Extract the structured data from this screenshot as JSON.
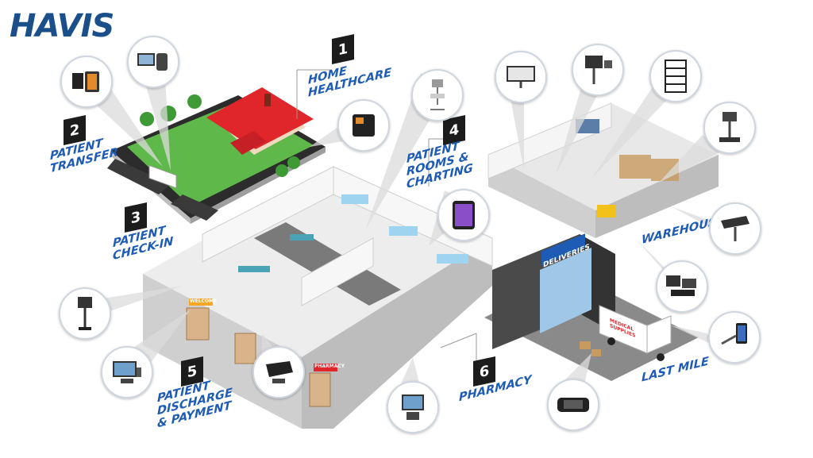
{
  "brand": {
    "logo_text": "HAVIS"
  },
  "colors": {
    "label_blue": "#1e5bb5",
    "badge_black": "#1c1c1c",
    "floor_gray": "#d9d9d9",
    "roof_red": "#e0262b",
    "grass_green": "#4caf3a",
    "road_dark": "#3a3a3a"
  },
  "stations": [
    {
      "num": "1",
      "label": "HOME HEALTHCARE"
    },
    {
      "num": "2",
      "label": "PATIENT TRANSFER"
    },
    {
      "num": "3",
      "label": "PATIENT CHECK-IN"
    },
    {
      "num": "4",
      "label": "PATIENT ROOMS & CHARTING"
    },
    {
      "num": "5",
      "label": "PATIENT DISCHARGE & PAYMENT"
    },
    {
      "num": "6",
      "label": "PHARMACY"
    }
  ],
  "zones": {
    "warehouse": "WAREHOUSE",
    "last_mile": "LAST MILE"
  },
  "signs": {
    "deliveries": "DELIVERIES",
    "medical_supplies": "MEDICAL SUPPLIES",
    "pharmacy": "PHARMACY",
    "welcome": "WELCOME"
  },
  "product_icons": [
    "kiosk-icon",
    "pos-terminal-icon",
    "card-reader-icon",
    "tablet-icon",
    "tablet-case-icon",
    "laptop-dock-icon",
    "monitor-mount-icon",
    "pole-mount-icon",
    "storage-rack-icon",
    "cart-icon",
    "printer-mount-icon",
    "keyboard-tray-icon",
    "phone-mount-icon",
    "rugged-handheld-icon",
    "medical-cart-icon"
  ]
}
